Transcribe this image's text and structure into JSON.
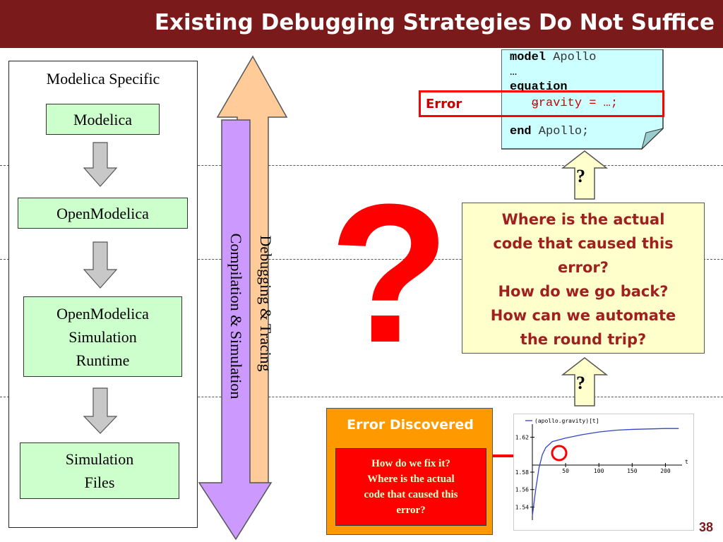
{
  "header": {
    "title": "Existing Debugging Strategies Do Not Suffice"
  },
  "left_panel": {
    "label": "Modelica Specific",
    "stages": [
      "Modelica",
      "OpenModelica",
      "OpenModelica\nSimulation\nRuntime",
      "Simulation\nFiles"
    ]
  },
  "arrows": {
    "up_label": "Debugging & Tracing",
    "down_label": "Compilation & Simulation"
  },
  "big_question": "?",
  "code": {
    "line1_kw": "model",
    "line1_id": " Apollo",
    "line2": "…",
    "line3_kw": "equation",
    "line4": "   …",
    "line5": "   gravity = …;",
    "line6_kw": "end",
    "line6_id": " Apollo;"
  },
  "error_label": "Error",
  "small_question_top": "?",
  "small_question_bottom": "?",
  "question_box": {
    "lines": [
      "Where is the actual",
      "code that caused this",
      "error?",
      "How do we go back?",
      "How can we automate",
      "the round trip?"
    ]
  },
  "error_discovered": {
    "title": "Error Discovered",
    "lines": [
      "How do we fix it?",
      "Where is the actual",
      "code that caused this",
      "error?"
    ]
  },
  "chart_data": {
    "type": "line",
    "series": [
      {
        "name": "(apollo.gravity)[t]",
        "x": [
          0,
          5,
          10,
          15,
          20,
          30,
          40,
          50,
          75,
          100,
          125,
          150,
          175,
          200,
          220
        ],
        "values": [
          1.53,
          1.56,
          1.585,
          1.6,
          1.608,
          1.615,
          1.617,
          1.619,
          1.623,
          1.626,
          1.628,
          1.629,
          1.6295,
          1.63,
          1.63
        ]
      }
    ],
    "x_ticks": [
      "50",
      "100",
      "150",
      "200"
    ],
    "x_tick_values": [
      50,
      100,
      150,
      200
    ],
    "y_ticks": [
      "1.62",
      "1.58",
      "1.56",
      "1.54"
    ],
    "y_tick_values": [
      1.62,
      1.58,
      1.56,
      1.54
    ],
    "xlabel": "t",
    "xlim": [
      0,
      225
    ],
    "ylim": [
      1.525,
      1.635
    ]
  },
  "page_number": "38",
  "colors": {
    "header": "#7a1a1a",
    "stage_fill": "#ccffcc",
    "up_arrow": "#ffcc99",
    "down_arrow": "#cc99ff",
    "code_bg": "#ccffff",
    "question_bg": "#ffffcc",
    "error_discovered": "#ff9900",
    "error_red": "#ff0000"
  }
}
